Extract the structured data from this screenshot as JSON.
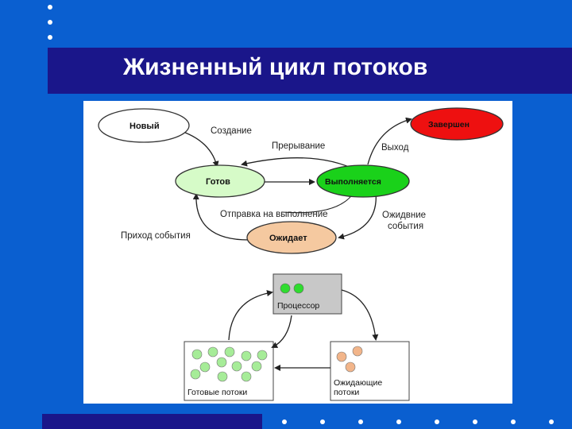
{
  "slide": {
    "title": "Жизненный цикл потоков"
  },
  "diagram": {
    "states": {
      "new": "Новый",
      "ready": "Готов",
      "running": "Выполняется",
      "done": "Завершен",
      "waiting": "Ожидает"
    },
    "transitions": {
      "create": "Создание",
      "interrupt": "Прерывание",
      "exit": "Выход",
      "dispatch": "Отправка на выполнение",
      "wait_event_line1": "Ожидвние",
      "wait_event_line2": "события",
      "event_arrival": "Приход события"
    },
    "lower": {
      "processor": "Процессор",
      "ready_threads": "Готовые потоки",
      "waiting_line1": "Ожидающие",
      "waiting_line2": "потоки"
    },
    "colors": {
      "new_fill": "#ffffff",
      "ready_fill": "#d6fbc8",
      "running_fill": "#1ad11a",
      "done_fill": "#ee1010",
      "waiting_fill": "#f5c9a0",
      "processor_fill": "#c8c8c8",
      "green_dot": "#2fdc2f",
      "light_green_dot": "#a6ec98",
      "orange_dot": "#f2b58a"
    }
  }
}
